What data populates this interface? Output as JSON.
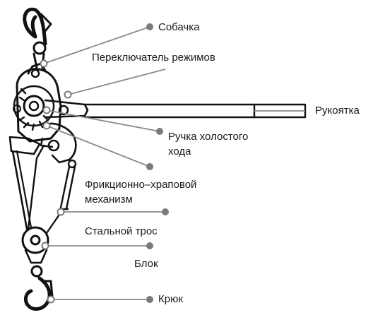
{
  "labels": {
    "pawl": "Собачка",
    "mode_switch": "Переключатель режимов",
    "handle": "Рукоятка",
    "freewheel_knob_line1": "Ручка холостого",
    "freewheel_knob_line2": "хода",
    "friction_mech_line1": "Фрикционно–храповой",
    "friction_mech_line2": "механизм",
    "steel_cable": "Стальной трос",
    "pulley_block": "Блок",
    "hook": "Крюк"
  },
  "colors": {
    "stroke": "#111111",
    "leader": "#8a8a8a",
    "marker": "#7a7a7a",
    "text": "#1a1a1a"
  }
}
